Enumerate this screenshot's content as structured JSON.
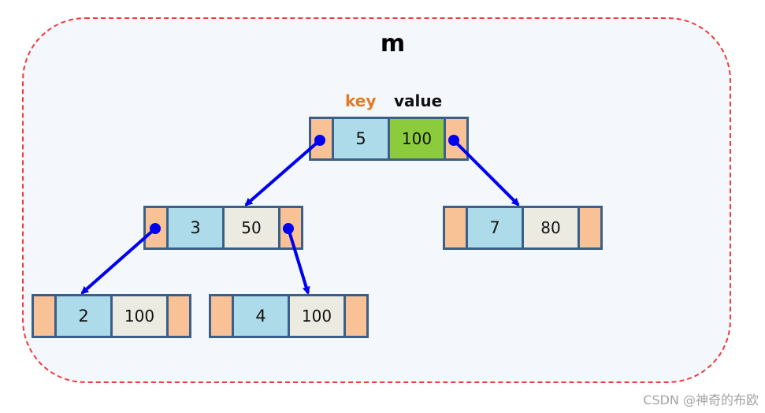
{
  "title": "m",
  "header": {
    "key_label": "key",
    "value_label": "value"
  },
  "nodes": {
    "root": {
      "key": "5",
      "value": "100"
    },
    "left": {
      "key": "3",
      "value": "50"
    },
    "right": {
      "key": "7",
      "value": "80"
    },
    "left_left": {
      "key": "2",
      "value": "100"
    },
    "left_right": {
      "key": "4",
      "value": "100"
    }
  },
  "colors": {
    "frame_border": "#ef3b3b",
    "pointer_cell": "#f9c196",
    "key_cell": "#aedbe9",
    "value_cell": "#ecebe2",
    "highlight_value": "#8ccc3c",
    "arrow": "#0000ee",
    "key_label": "#e07b22"
  },
  "watermark": "CSDN @神奇的布欧"
}
